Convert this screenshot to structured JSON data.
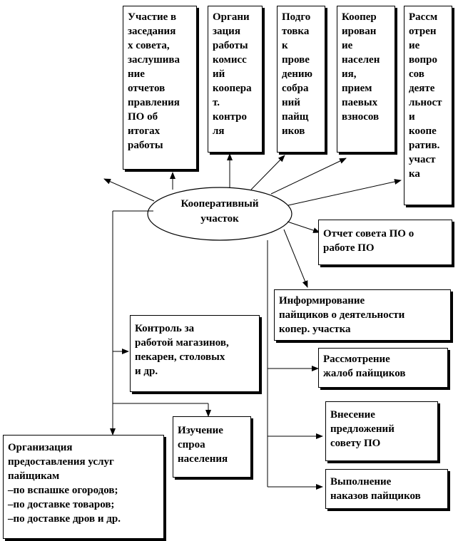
{
  "center": {
    "label": "Кооперативный\nучасток"
  },
  "top_boxes": [
    "Участие в\nзаседания\nх совета,\nзаслушива\nние\nотчетов\nправления\nПО об\nитогах\nработы",
    "Органи\nзация\nработы\nкомисс\nий\nкоопера\nт.\nконтро\nля",
    "Подго\nтовка\nк\nпрове\nдению\nсобра\nний\nпайщ\nиков",
    "Коопер\nирован\nие\nнаселен\nия,\nприем\nпаевых\nвзносов",
    "Рассм\nотрен\nие\nвопро\nсов\nдеяте\nльност\nи\nкоопе\nратив.\nучаст\nка"
  ],
  "right_boxes": [
    "Отчет совета ПО о\nработе ПО",
    "Информирование\nпайщиков о деятельности\nкопер. участка",
    "Рассмотрение\nжалоб пайщиков",
    "Внесение\nпредложений\nсовету ПО",
    "Выполнение\nнаказов пайщиков"
  ],
  "left_boxes": {
    "control": "Контроль за\nработой магазинов,\nпекарен, столовых\nи др.",
    "study": "Изучение\nспроа\nнаселения",
    "services": "Организация\nпредоставления услуг\nпайщикам\n–по вспашке огородов;\n–по доставке товаров;\n–по доставке дров и др."
  }
}
